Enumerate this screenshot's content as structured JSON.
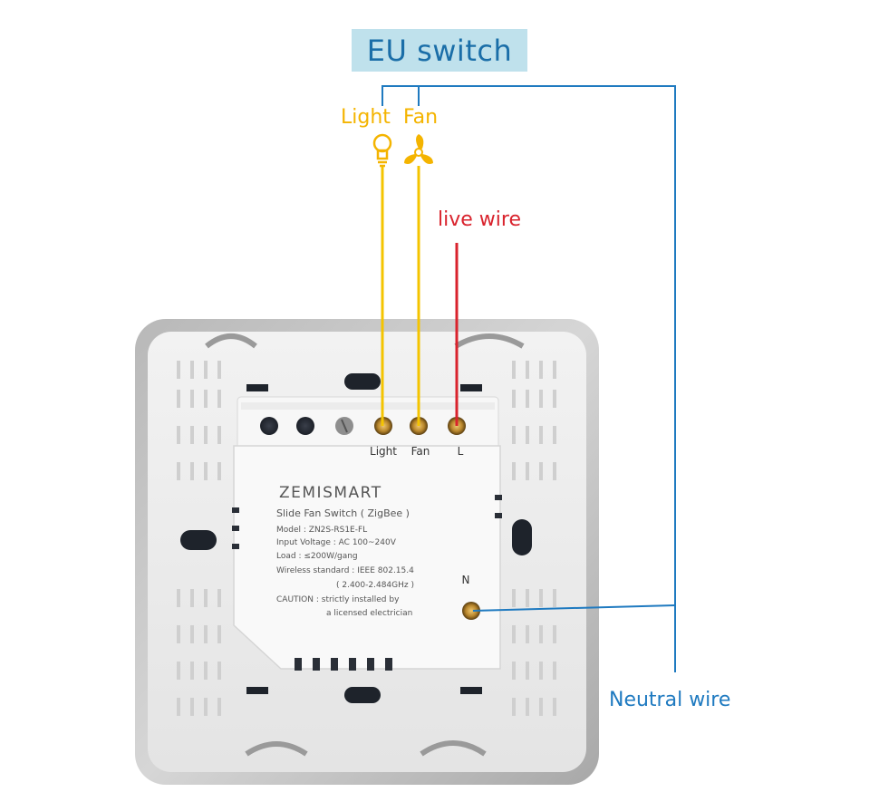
{
  "title": "EU switch",
  "labels": {
    "light": "Light",
    "fan": "Fan",
    "live_wire": "live wire",
    "neutral_wire": "Neutral wire"
  },
  "terminals": {
    "light": "Light",
    "fan": "Fan",
    "live": "L",
    "neutral": "N"
  },
  "module": {
    "brand": "ZEMISMART",
    "product": "Slide  Fan Switch ( ZigBee )",
    "model": "Model : ZN2S-RS1E-FL",
    "input": "Input Voltage : AC 100~240V",
    "load": "Load : ≤200W/gang",
    "wireless": "Wireless standard : IEEE 802.15.4",
    "freq": "( 2.400-2.484GHz )",
    "caution_1": "CAUTION : strictly installed by",
    "caution_2": "a licensed electrician"
  },
  "colors": {
    "light_wire": "#f4c400",
    "fan_wire": "#f4c400",
    "live_wire": "#d9232d",
    "neutral_wire": "#1f7ac0",
    "title_bg": "#bfe1ec"
  },
  "icons": [
    "light-bulb-icon",
    "fan-icon"
  ]
}
